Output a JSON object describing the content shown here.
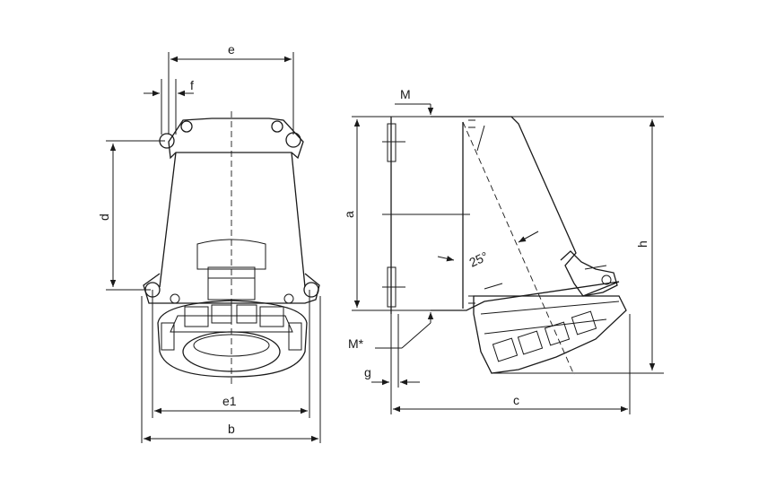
{
  "labels": {
    "e": "e",
    "f": "f",
    "d": "d",
    "e1": "e1",
    "b": "b",
    "M": "M",
    "M_star": "M*",
    "a": "a",
    "angle": "25°",
    "h": "h",
    "g": "g",
    "c": "c"
  },
  "colors": {
    "line": "#1a1a1a",
    "background": "#ffffff"
  }
}
